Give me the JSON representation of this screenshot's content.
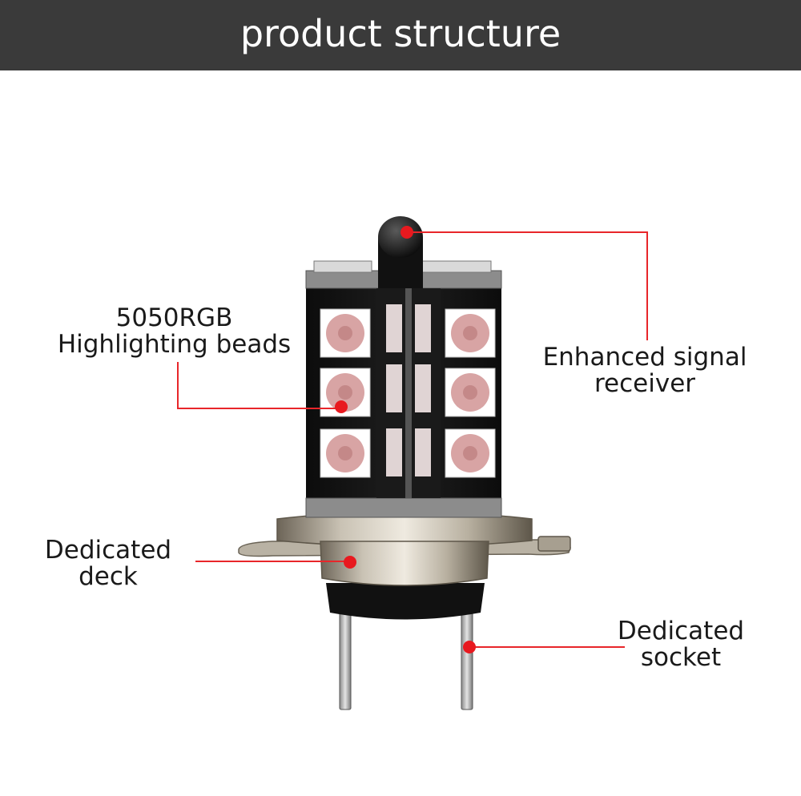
{
  "header": {
    "title": "product structure"
  },
  "callouts": {
    "beads": {
      "line1": "5050RGB",
      "line2": "Highlighting beads"
    },
    "receiver": {
      "line1": "Enhanced signal",
      "line2": "receiver"
    },
    "deck": {
      "line1": "Dedicated",
      "line2": "deck"
    },
    "socket": {
      "line1": "Dedicated",
      "line2": "socket"
    }
  },
  "colors": {
    "header_bg": "#3a3a3a",
    "header_text": "#ffffff",
    "callout_line": "#e8262a",
    "callout_dot": "#e8191f",
    "pcb": "#141414",
    "led": "#d8a4a4"
  }
}
